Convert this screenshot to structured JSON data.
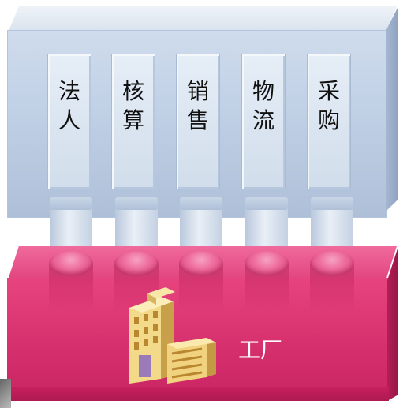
{
  "upper_block": {
    "modules": [
      {
        "label": "法人"
      },
      {
        "label": "核算"
      },
      {
        "label": "销售"
      },
      {
        "label": "物流"
      },
      {
        "label": "采购"
      }
    ]
  },
  "lower_block": {
    "label": "工厂",
    "icon": "building-icon"
  },
  "colors": {
    "upper_block": "#bfcfe4",
    "lower_block": "#d9336f",
    "label_text_upper": "#111111",
    "label_text_lower": "#ffffff"
  }
}
